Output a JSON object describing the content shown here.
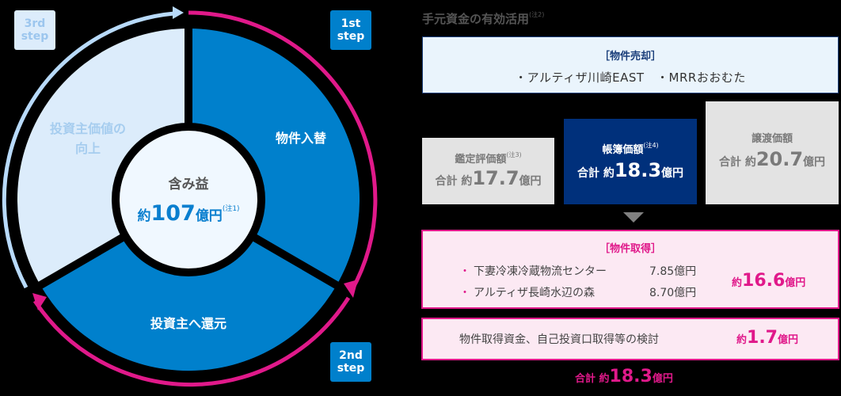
{
  "cycle": {
    "steps": [
      {
        "line1": "1st",
        "line2": "step"
      },
      {
        "line1": "2nd",
        "line2": "step"
      },
      {
        "line1": "3rd",
        "line2": "step"
      }
    ],
    "segments": {
      "property_replacement": "物件入替",
      "return_to_investors": "投資主へ還元",
      "value_line1": "投資主価値の",
      "value_line2": "向上"
    },
    "center": {
      "title": "含み益",
      "prefix": "約",
      "amount": "107",
      "unit": "億円",
      "note": "(注1)"
    },
    "colors": {
      "dark_segment": "#0080cc",
      "light_segment": "#dcecfb",
      "center_fill": "#f0f8ff",
      "cycle_arrow": "#e0198a",
      "light_arrow": "#b8dafa"
    }
  },
  "panel": {
    "title": "手元資金の有効活用",
    "title_note": "(注2)",
    "sale": {
      "header": "［物件売却］",
      "items": "・アルティザ川崎EAST　・MRRおおむた"
    },
    "prices": [
      {
        "label": "鑑定評価額",
        "note": "(注3)",
        "total_label": "合計 約",
        "amount": "17.7",
        "unit": "億円"
      },
      {
        "label": "帳簿価額",
        "note": "(注4)",
        "total_label": "合計 約",
        "amount": "18.3",
        "unit": "億円"
      },
      {
        "label": "譲渡価額",
        "note": "",
        "total_label": "合計 約",
        "amount": "20.7",
        "unit": "億円"
      }
    ],
    "acquisition": {
      "header": "［物件取得］",
      "items": [
        {
          "name": "下妻冷凍冷蔵物流センター",
          "amount": "7.85億円"
        },
        {
          "name": "アルティザ長崎水辺の森",
          "amount": "8.70億円"
        }
      ],
      "total_prefix": "約",
      "total_amount": "16.6",
      "total_unit": "億円"
    },
    "consideration": {
      "text": "物件取得資金、自己投資口取得等の検討",
      "prefix": "約",
      "amount": "1.7",
      "unit": "億円"
    },
    "grand_total": {
      "prefix": "合計 約",
      "amount": "18.3",
      "unit": "億円"
    }
  }
}
